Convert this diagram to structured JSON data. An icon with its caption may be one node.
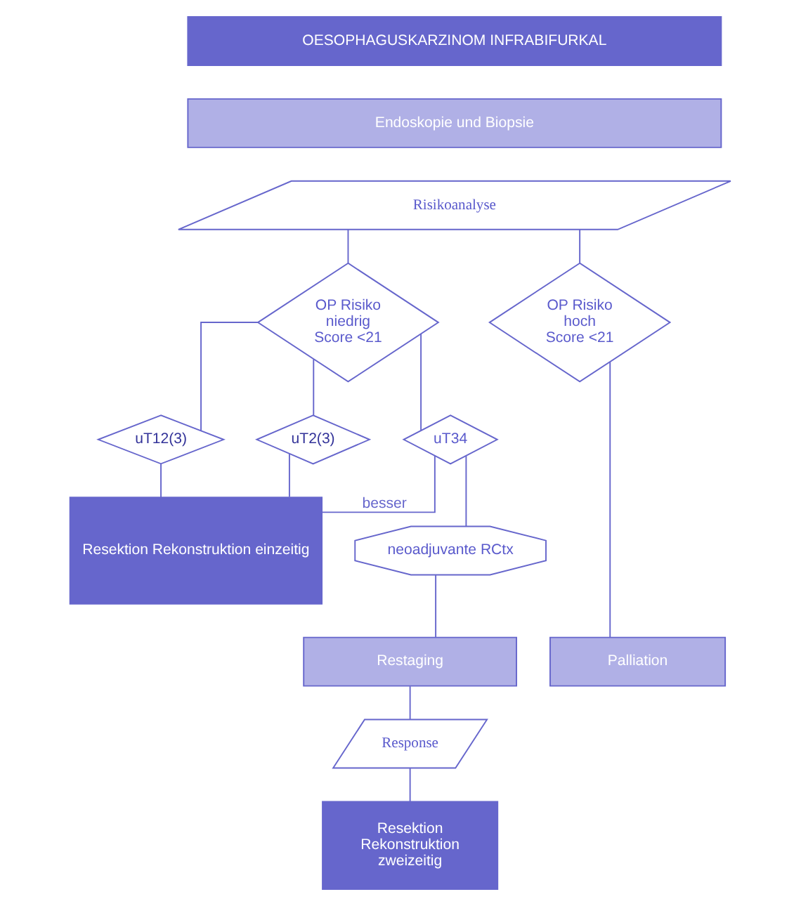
{
  "diagram": {
    "nodes": [
      {
        "text": [
          "OESOPHAGUSKARZINOM INFRABIFURKAL"
        ]
      },
      {
        "text": [
          "Endoskopie und Biopsie"
        ]
      },
      {
        "text": [
          "Risikoanalyse"
        ]
      },
      {
        "text": [
          "OP Risiko niedrig Score <21"
        ]
      },
      {
        "text": [
          "OP Risiko hoch Score <21"
        ]
      },
      {
        "text": [
          "uT12(3)"
        ]
      },
      {
        "text": [
          "uT2(3)"
        ]
      },
      {
        "text": [
          "uT34"
        ]
      },
      {
        "text": [
          "Resektion Rekonstruktion einzeitig"
        ]
      },
      {
        "text": [
          "neoadjuvante RCtx"
        ]
      },
      {
        "text": [
          "Restaging"
        ]
      },
      {
        "text": [
          "Palliation"
        ]
      },
      {
        "text": [
          "Response"
        ]
      },
      {
        "text": [
          "Resektion Rekonstruktion zweizeitig"
        ]
      }
    ],
    "edges": [
      {
        "from": 2,
        "to": 3,
        "arrow": "none"
      },
      {
        "from": 2,
        "to": 4,
        "arrow": "none"
      },
      {
        "from": 3,
        "to": 5,
        "arrow": "none"
      },
      {
        "from": 3,
        "to": 6,
        "arrow": "none"
      },
      {
        "from": 3,
        "to": 7,
        "arrow": "none"
      },
      {
        "from": 5,
        "to": 8,
        "arrow": "none"
      },
      {
        "from": 6,
        "to": 8,
        "arrow": "none"
      },
      {
        "from": 7,
        "to": 8,
        "arrow": "none",
        "label": "besser"
      },
      {
        "from": 7,
        "to": 9,
        "arrow": "none"
      },
      {
        "from": 9,
        "to": 10,
        "arrow": "none"
      },
      {
        "from": 10,
        "to": 12,
        "arrow": "none"
      },
      {
        "from": 12,
        "to": 13,
        "arrow": "none"
      },
      {
        "from": 4,
        "to": 11,
        "arrow": "none"
      }
    ]
  }
}
